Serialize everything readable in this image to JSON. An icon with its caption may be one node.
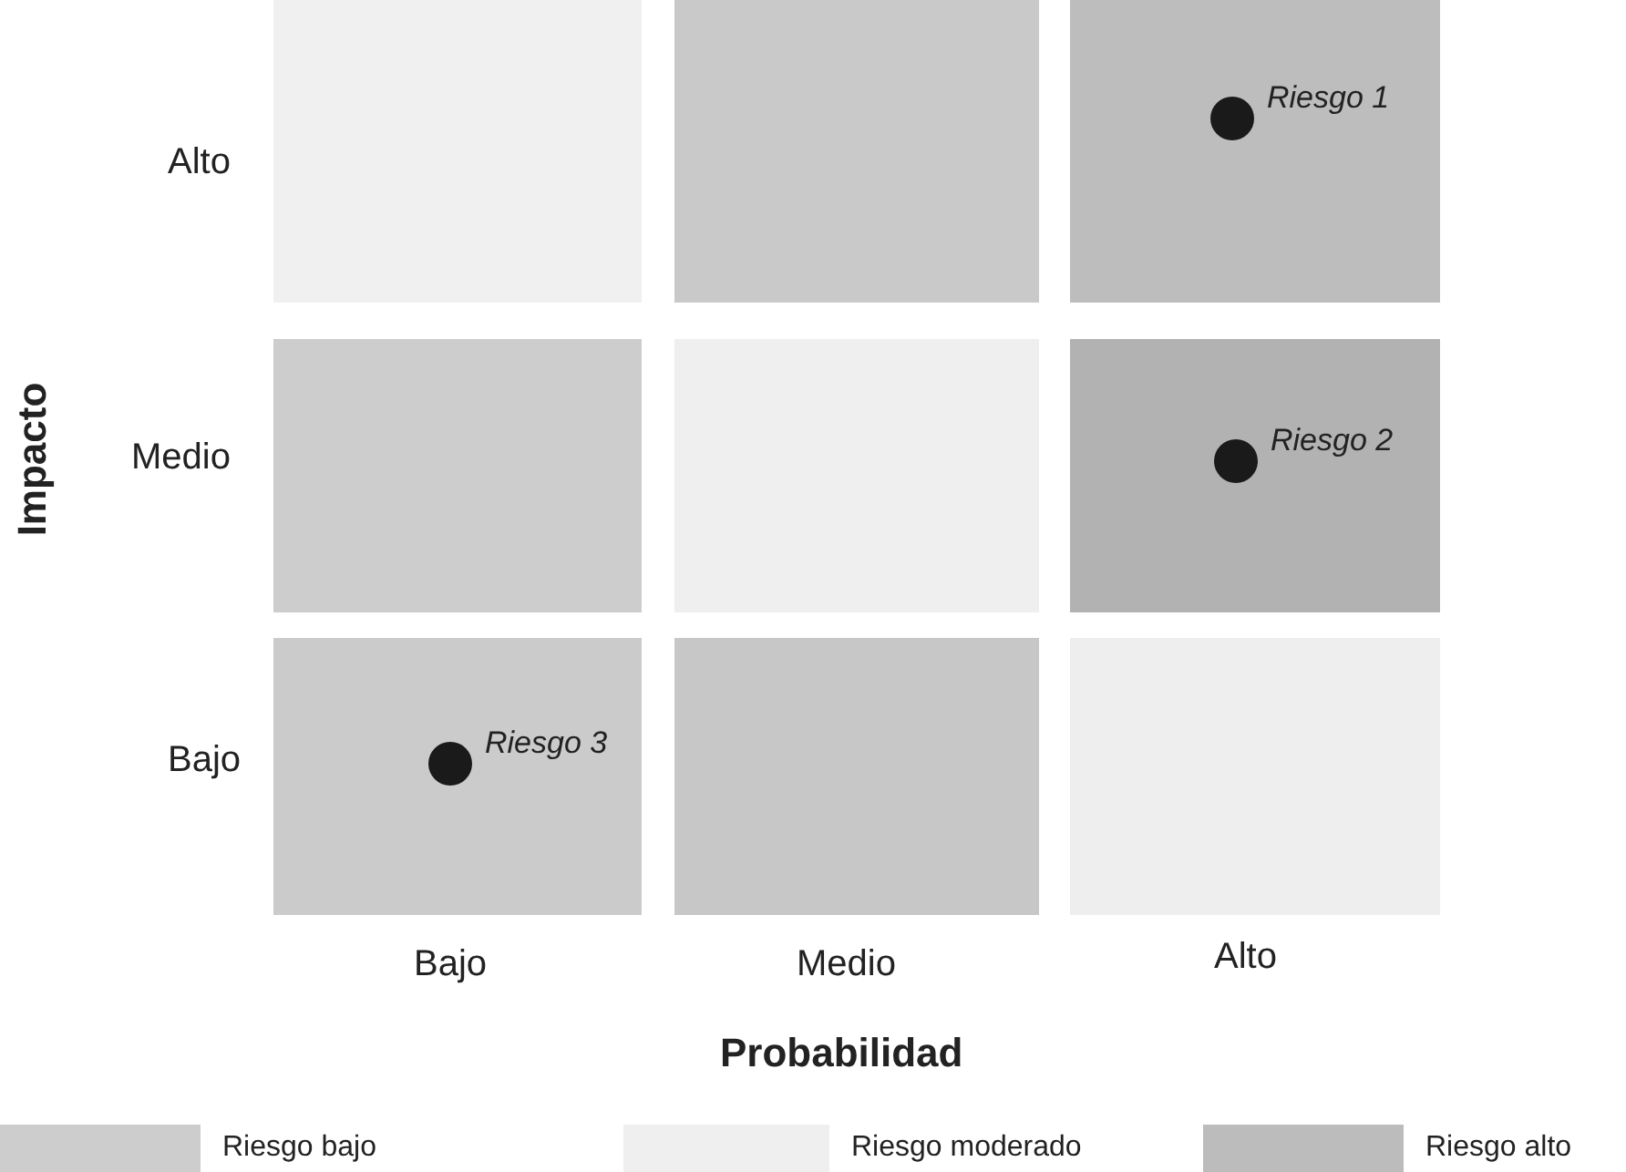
{
  "diagram": {
    "nodes": [
      {
        "text": [],
        "shape": "box"
      },
      {
        "text": [],
        "shape": "box"
      },
      {
        "text": [],
        "shape": "box"
      },
      {
        "text": [
          "Riesgo 1"
        ],
        "in": 2
      },
      {
        "text": [],
        "shape": "box"
      },
      {
        "text": [],
        "shape": "box"
      },
      {
        "text": [],
        "shape": "box"
      },
      {
        "text": [
          "Riesgo 2"
        ],
        "in": 6
      },
      {
        "text": [],
        "shape": "box"
      },
      {
        "text": [
          "Riesgo 3"
        ],
        "in": 8
      },
      {
        "text": [],
        "shape": "box"
      },
      {
        "text": [],
        "shape": "box"
      }
    ],
    "edges": [],
    "labels": [
      "Alto",
      "Medio",
      "Bajo",
      "Impacto",
      "Bajo",
      "Medio",
      "Alto",
      "Probabilidad"
    ],
    "legend": [
      {
        "text": "Riesgo bajo",
        "color": "#cdcdcd"
      },
      {
        "text": "Riesgo moderado",
        "color": "#efefef"
      },
      {
        "text": "Riesgo alto",
        "color": "#bcbcbc"
      }
    ]
  }
}
